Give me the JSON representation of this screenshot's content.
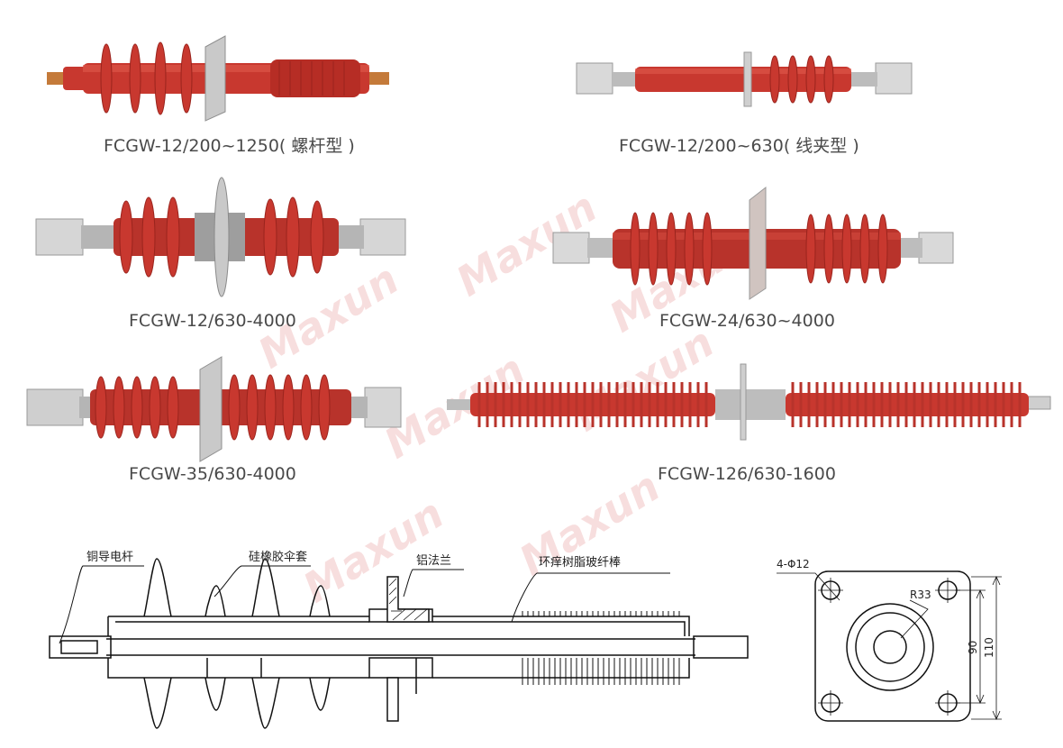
{
  "watermark": "Maxun",
  "colors": {
    "rubber": "#c8382f",
    "rubber_dark": "#9a241d",
    "rubber_light": "#e05a4c",
    "metal": "#bdbdbd",
    "metal_dark": "#8f8f8f",
    "copper": "#c47a3a",
    "line": "#111111",
    "caption": "#4a4a4a"
  },
  "products": [
    {
      "model": "FCGW-12/200~1250",
      "suffix": "( 螺杆型 )"
    },
    {
      "model": "FCGW-12/200~630",
      "suffix": "( 线夹型 )"
    },
    {
      "model": "FCGW-12/630-4000",
      "suffix": ""
    },
    {
      "model": "FCGW-24/630~4000",
      "suffix": ""
    },
    {
      "model": "FCGW-35/630-4000",
      "suffix": ""
    },
    {
      "model": "FCGW-126/630-1600",
      "suffix": ""
    }
  ],
  "cross_section": {
    "labels": {
      "conductor": "铜导电杆",
      "sheds": "硅橡胶伞套",
      "flange": "铝法兰",
      "core": "环痒树脂玻纤棒"
    }
  },
  "flange_plate": {
    "hole_spec": "4-Φ12",
    "radius": "R33",
    "inner_dim": "90",
    "outer_dim": "110"
  }
}
